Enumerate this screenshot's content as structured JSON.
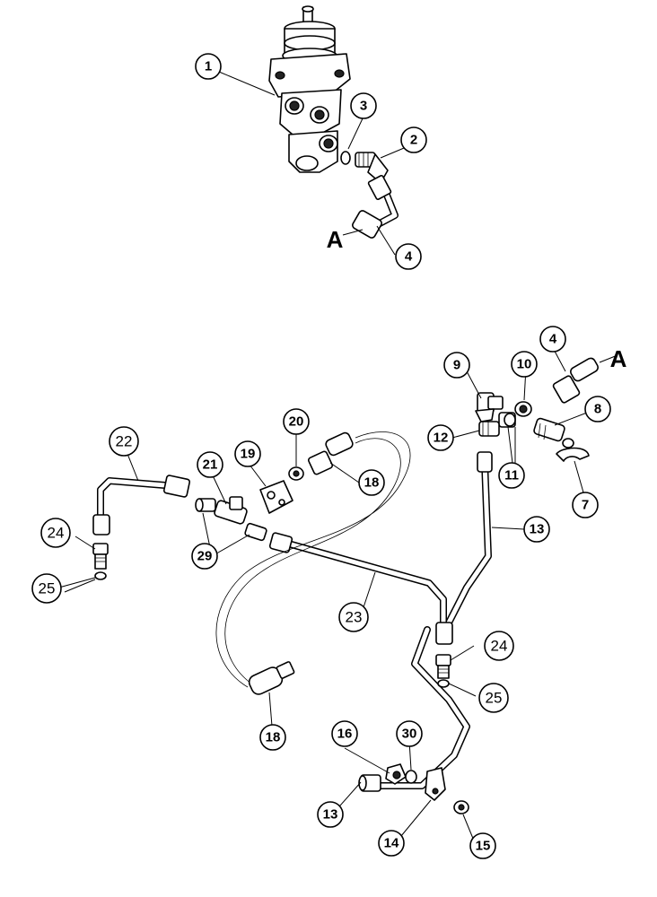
{
  "callouts": [
    {
      "label": "1"
    },
    {
      "label": "2"
    },
    {
      "label": "3"
    },
    {
      "label": "4"
    },
    {
      "label": "4"
    },
    {
      "label": "7"
    },
    {
      "label": "8"
    },
    {
      "label": "9"
    },
    {
      "label": "10"
    },
    {
      "label": "11"
    },
    {
      "label": "12"
    },
    {
      "label": "13"
    },
    {
      "label": "13"
    },
    {
      "label": "14"
    },
    {
      "label": "15"
    },
    {
      "label": "16"
    },
    {
      "label": "18"
    },
    {
      "label": "18"
    },
    {
      "label": "19"
    },
    {
      "label": "20"
    },
    {
      "label": "21"
    },
    {
      "label": "22"
    },
    {
      "label": "23"
    },
    {
      "label": "24"
    },
    {
      "label": "24"
    },
    {
      "label": "25"
    },
    {
      "label": "25"
    },
    {
      "label": "29"
    },
    {
      "label": "30"
    }
  ],
  "reference_labels": [
    {
      "text": "A"
    },
    {
      "text": "A"
    }
  ]
}
